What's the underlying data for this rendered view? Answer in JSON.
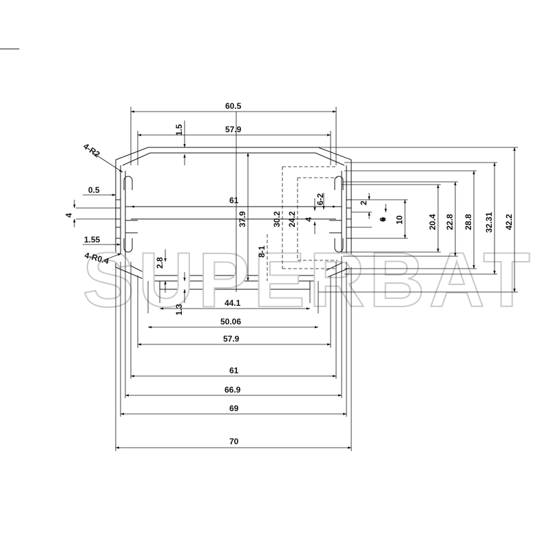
{
  "watermark": "SUPERBAT",
  "dimensions": {
    "w60_5": "60.5",
    "w57_9_top": "57.9",
    "t1_5": "1.5",
    "r4_r2": "4-R2",
    "t0_5": "0.5",
    "t4_left": "4",
    "t1_55": "1.55",
    "r4_r0_4": "4-R0.4",
    "t2_8": "2.8",
    "t1_3": "1.3",
    "w61_mid": "61",
    "h37_9": "37.9",
    "h30_2": "30.2",
    "h24_2": "24.2",
    "h6_2": "6-2",
    "h4_mid": "4",
    "h8_1": "8-1",
    "h2_right": "2",
    "h6_right": "6",
    "h10": "10",
    "h20_4": "20.4",
    "h22_8": "22.8",
    "h28_8": "28.8",
    "h32_31": "32.31",
    "h42_2": "42.2",
    "w44_1": "44.1",
    "w50_06": "50.06",
    "w57_9_bot": "57.9",
    "w61_bot": "61",
    "w66_9": "66.9",
    "w69": "69",
    "w70": "70"
  }
}
